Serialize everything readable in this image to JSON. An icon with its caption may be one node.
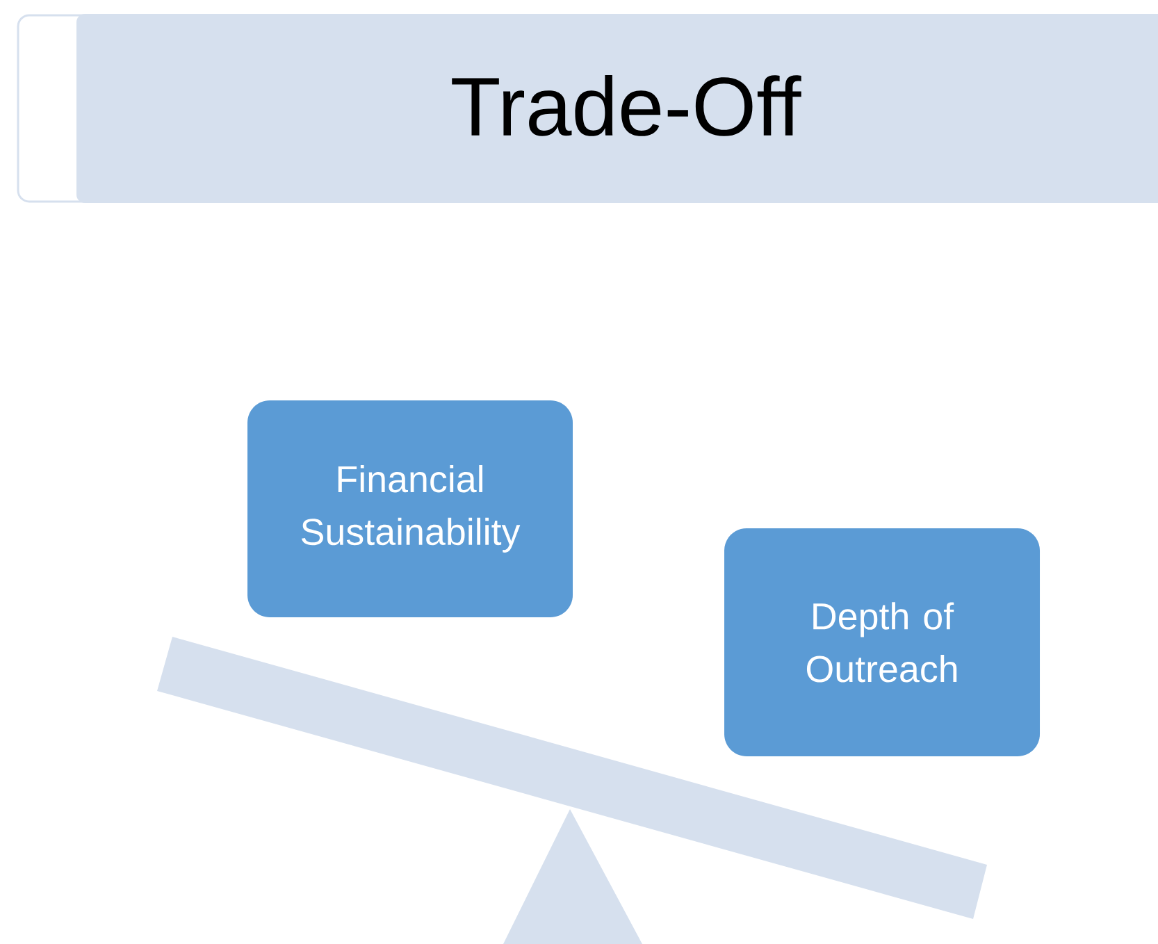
{
  "diagram": {
    "title": "Trade-Off",
    "nodes": [
      {
        "text": [
          "Financial Sustainability"
        ]
      },
      {
        "text": [
          "Depth of Outreach"
        ]
      }
    ]
  }
}
